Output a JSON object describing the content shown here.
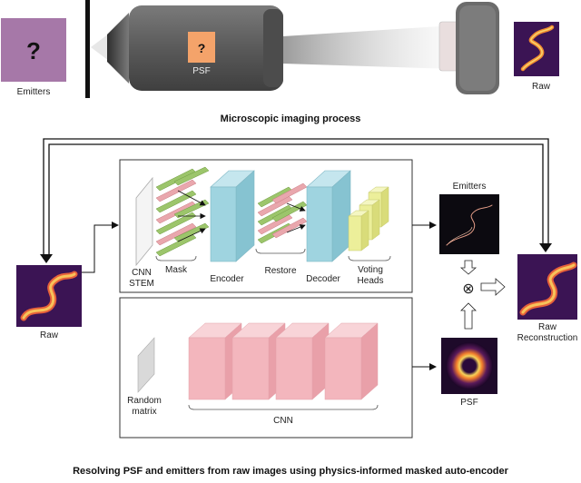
{
  "top": {
    "emitters_label": "Emitters",
    "emitters_mark": "?",
    "psf_label": "PSF",
    "psf_mark": "?",
    "raw_label": "Raw",
    "caption": "Microscopic imaging process"
  },
  "network": {
    "raw_label": "Raw",
    "cnn_stem_line1": "CNN",
    "cnn_stem_line2": "STEM",
    "mask_label": "Mask",
    "encoder_label": "Encoder",
    "restore_label": "Restore",
    "decoder_label": "Decoder",
    "voting_line1": "Voting",
    "voting_line2": "Heads",
    "emitters_label": "Emitters",
    "random_line1": "Random",
    "random_line2": "matrix",
    "cnn_label": "CNN",
    "psf_label": "PSF",
    "recon_line1": "Raw",
    "recon_line2": "Reconstruction",
    "multiply_symbol": "⊗"
  },
  "caption": "Resolving PSF and emitters from raw images using physics-informed masked auto-encoder",
  "colors": {
    "emitters_box": "#a678a8",
    "psf_box": "#f4a36a",
    "objective": "#5e5e5e",
    "encoder": "#9fd4e0",
    "restore_green": "#9cc56b",
    "mask_pink": "#e9a7ad",
    "voting": "#ecef9a",
    "cnn_pink": "#f3b6bd",
    "camera": "#6b6b6b"
  }
}
